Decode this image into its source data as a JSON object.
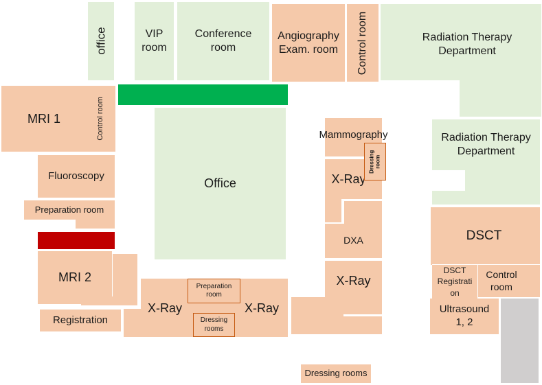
{
  "rooms": {
    "office_top": "office",
    "vip": "VIP\nroom",
    "conference": "Conference\nroom",
    "angiography": "Angiography\nExam. room",
    "control_top": "Control room",
    "radiation_1": "Radiation Therapy\nDepartment",
    "mri1": "MRI 1",
    "mri1_control": "Control room",
    "fluoroscopy": "Fluoroscopy",
    "preparation_left": "Preparation room",
    "mri2": "MRI 2",
    "registration": "Registration",
    "office_center": "Office",
    "xray_left": "X-Ray",
    "xray_right": "X-Ray",
    "preparation_center": "Preparation\nroom",
    "dressing_center": "Dressing\nrooms",
    "mammography": "Mammography",
    "dressing_mammo": "Dressing\nroom",
    "xray_mammo": "X-Ray",
    "dxa": "DXA",
    "xray_lower": "X-Ray",
    "dressing_bottom": "Dressing rooms",
    "radiation_2": "Radiation Therapy\nDepartment",
    "dsct": "DSCT",
    "dsct_registration": "DSCT\nRegistrati\non",
    "dsct_control": "Control\nroom",
    "ultrasound": "Ultrasound\n1, 2"
  },
  "colors": {
    "green_room": "#e2efd9",
    "salmon_room": "#f5c9aa",
    "green_bar": "#00b050",
    "red_bar": "#c00000",
    "gray_block": "#d0cece",
    "outline": "#c55a11"
  }
}
